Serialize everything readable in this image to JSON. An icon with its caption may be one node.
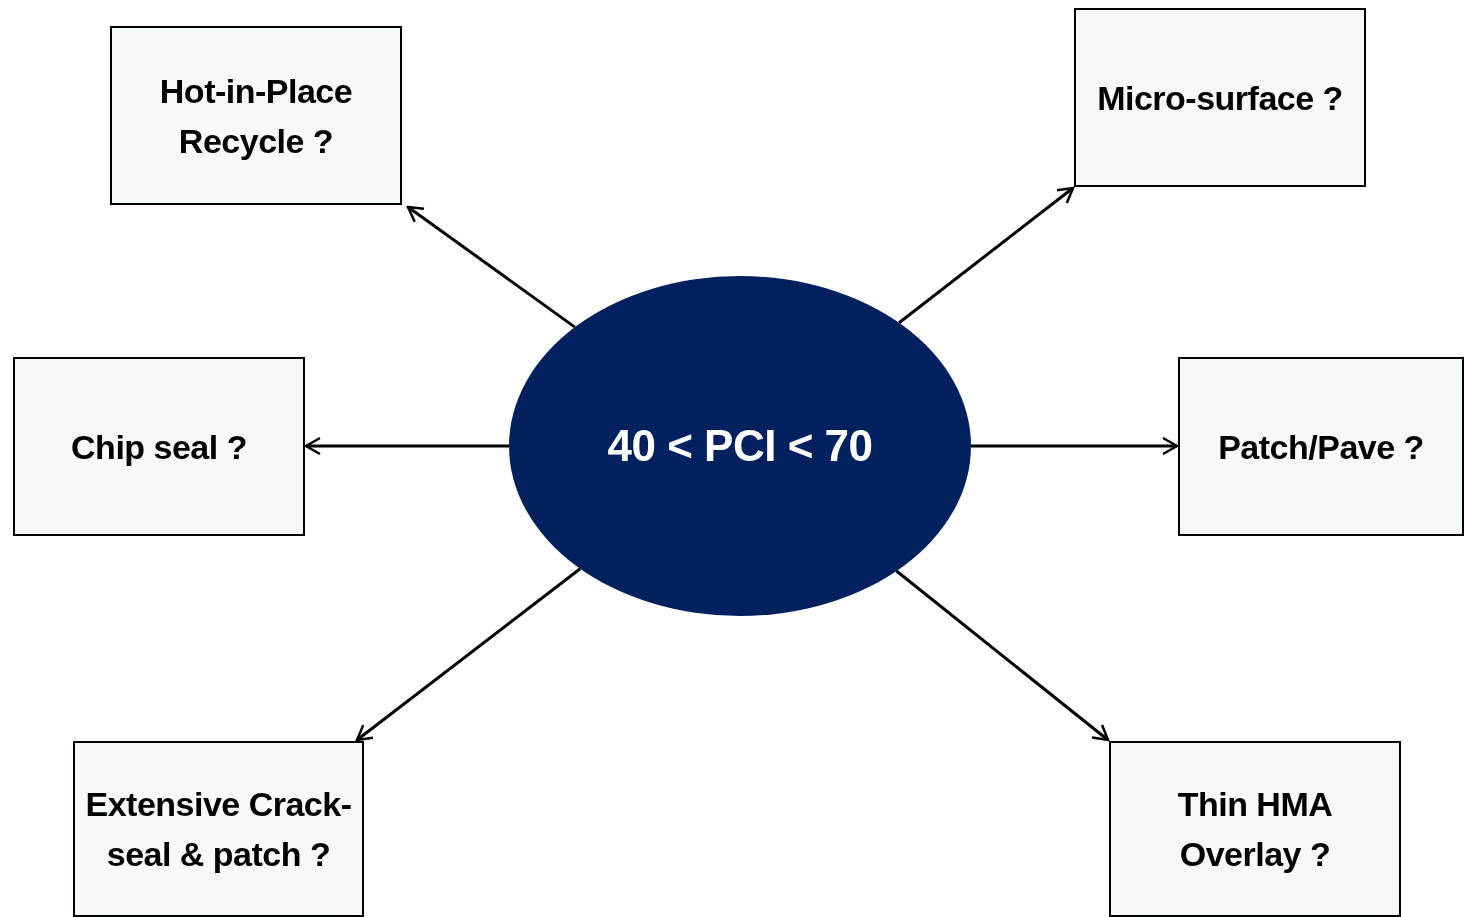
{
  "diagram": {
    "nodes": [
      {
        "text": [
          "40 < PCI < 70"
        ]
      },
      {
        "text": [
          "Hot-in-Place Recycle ?"
        ]
      },
      {
        "text": [
          "Micro-surface ?"
        ]
      },
      {
        "text": [
          "Chip seal ?"
        ]
      },
      {
        "text": [
          "Patch/Pave ?"
        ]
      },
      {
        "text": [
          "Extensive Crack-seal & patch ?"
        ]
      },
      {
        "text": [
          "Thin HMA Overlay ?"
        ]
      }
    ],
    "edges": [
      {
        "from": 0,
        "to": 1,
        "arrow": "to"
      },
      {
        "from": 0,
        "to": 2,
        "arrow": "to"
      },
      {
        "from": 0,
        "to": 3,
        "arrow": "to"
      },
      {
        "from": 0,
        "to": 4,
        "arrow": "to"
      },
      {
        "from": 0,
        "to": 5,
        "arrow": "to"
      },
      {
        "from": 0,
        "to": 6,
        "arrow": "to"
      }
    ]
  }
}
